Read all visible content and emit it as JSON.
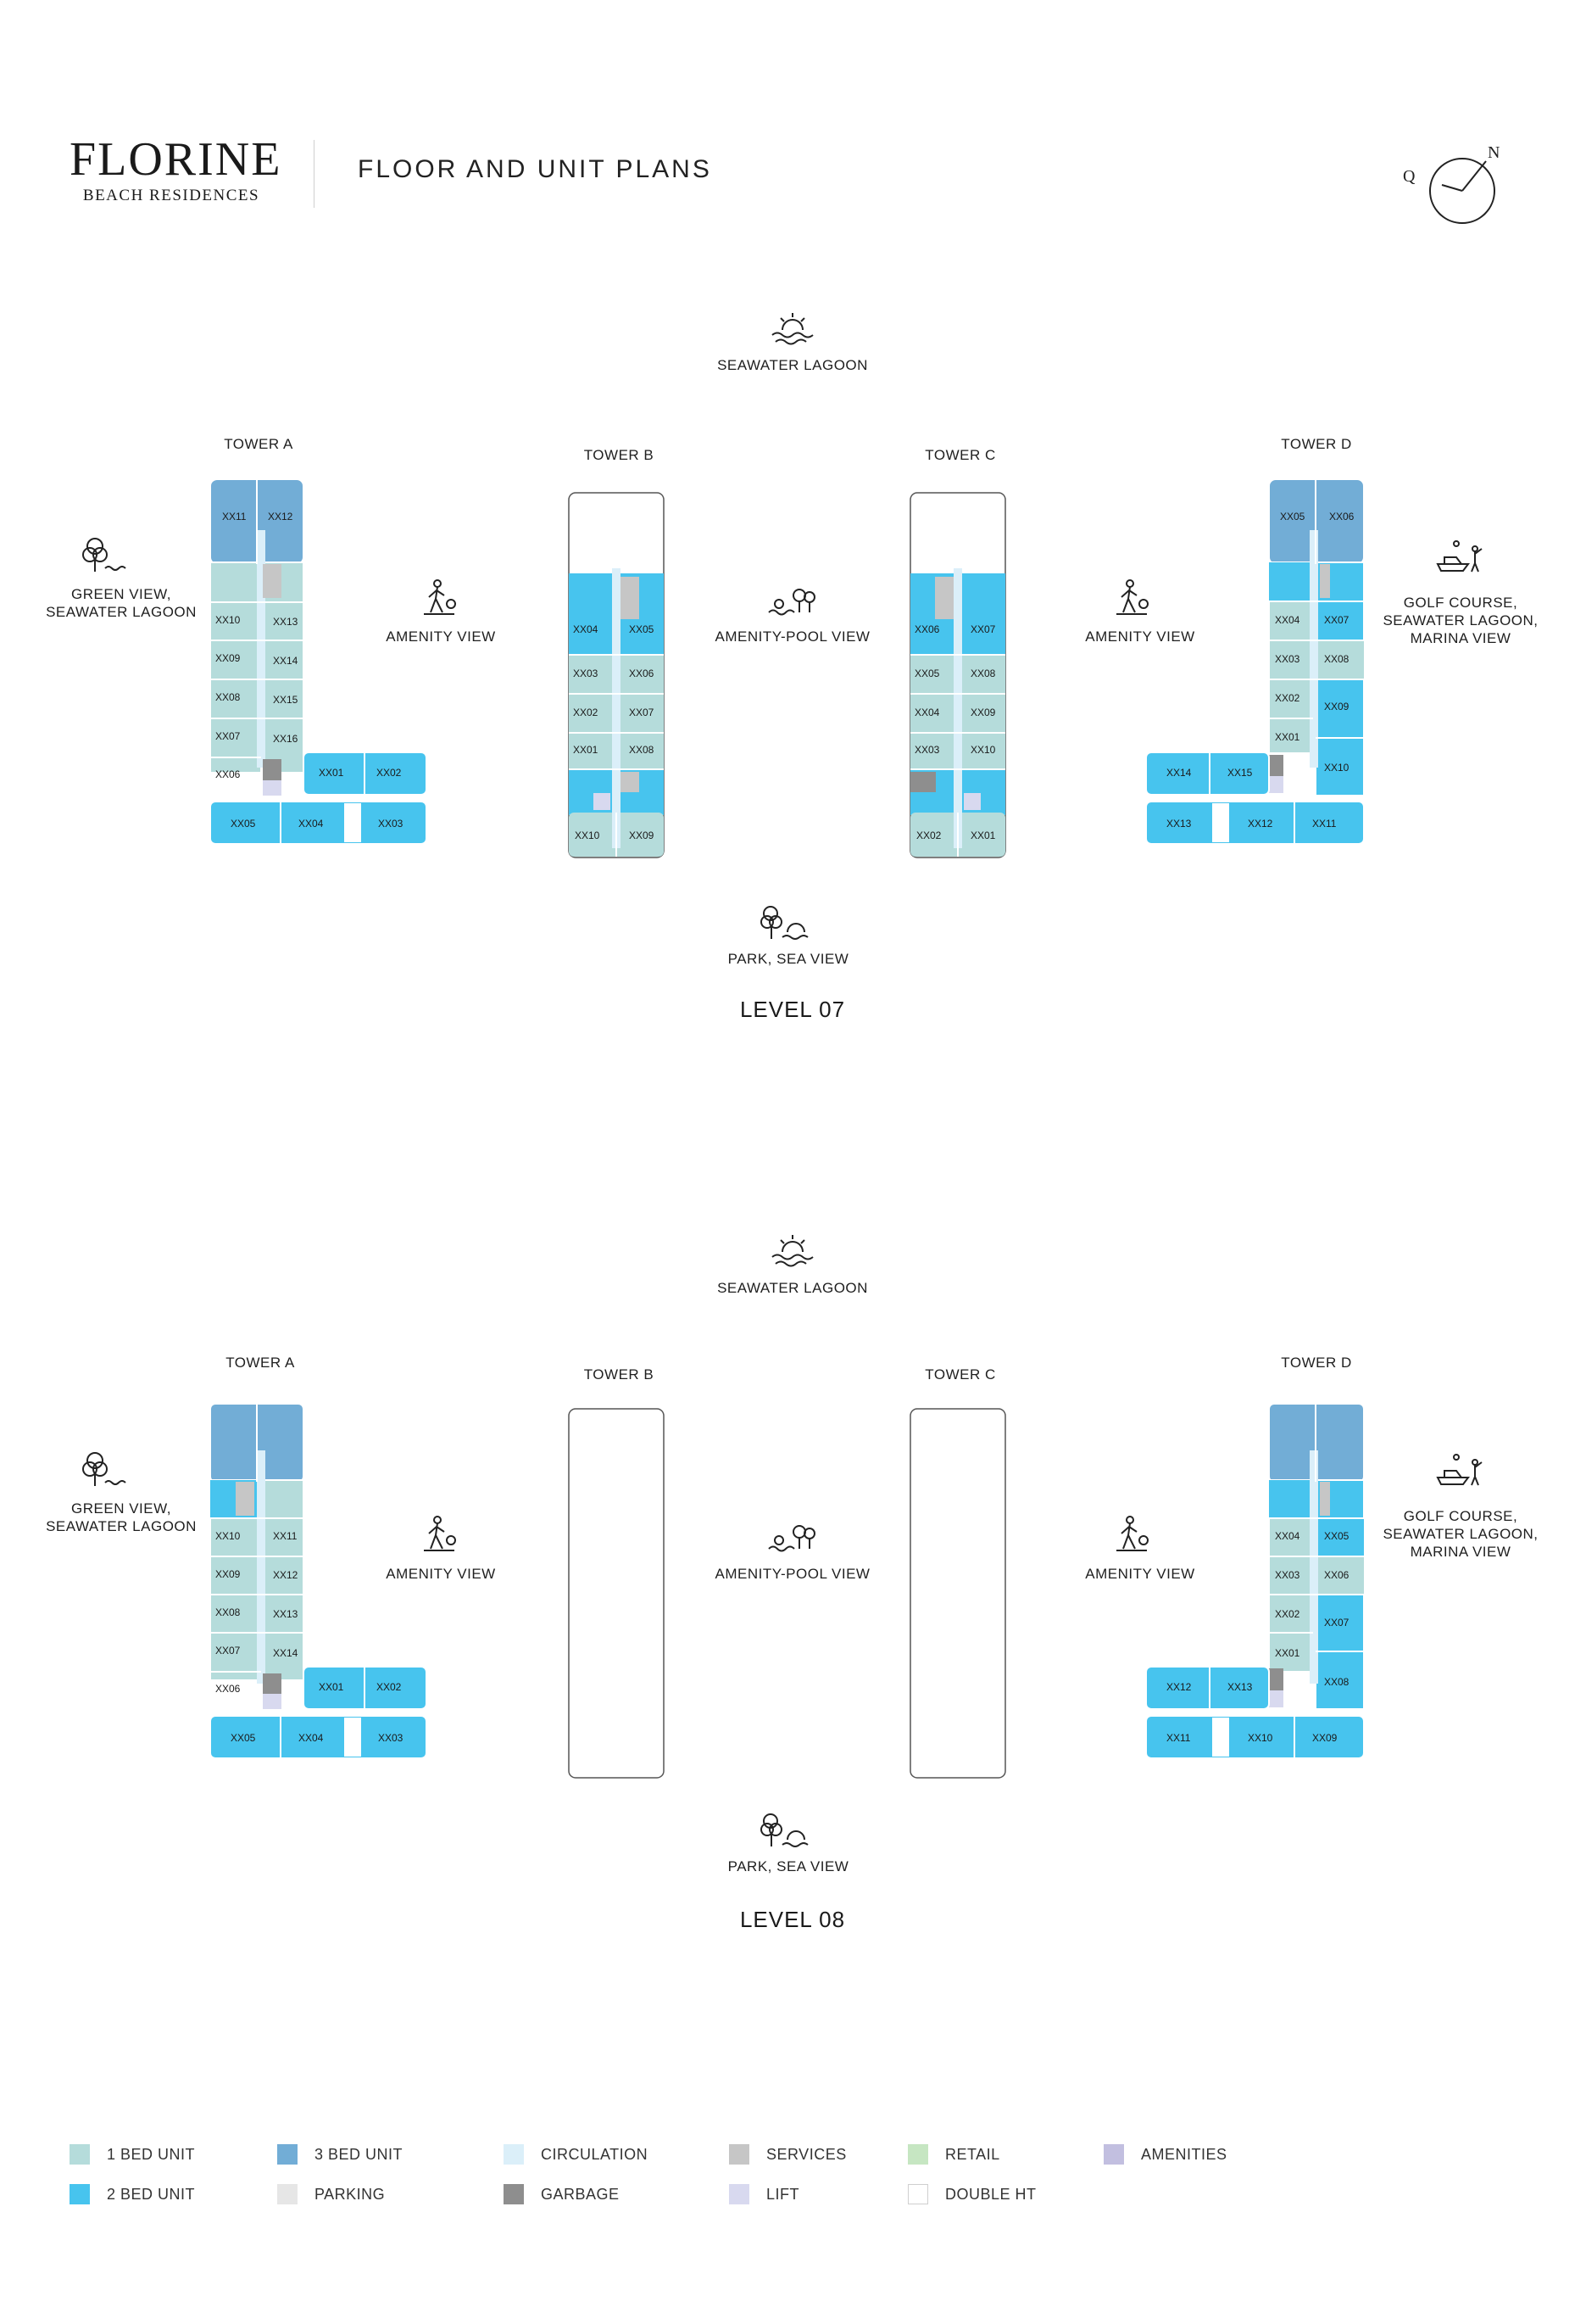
{
  "header": {
    "brand_name": "FLORINE",
    "brand_sub": "BEACH RESIDENCES",
    "title": "FLOOR AND UNIT PLANS",
    "compass_letters": [
      "Q",
      "N"
    ]
  },
  "colors": {
    "one_bed": "#b5dcdb",
    "two_bed": "#47c4ee",
    "three_bed": "#72add6",
    "circulation": "#dbeff9",
    "parking": "#e6e6e6",
    "services": "#c6c6c6",
    "garbage": "#8e8e8e",
    "lift": "#d8d9ef",
    "retail": "#c6e6c2",
    "double_ht": "#ffffff",
    "amenities": "#c2bfe0"
  },
  "views": {
    "seawater_lagoon": "SEAWATER LAGOON",
    "park_sea": "PARK, SEA VIEW",
    "green_view_line1": "GREEN VIEW,",
    "green_view_line2": "SEAWATER LAGOON",
    "amenity": "AMENITY VIEW",
    "amenity_pool": "AMENITY-POOL VIEW",
    "golf_line1": "GOLF COURSE,",
    "golf_line2": "SEAWATER LAGOON,",
    "golf_line3": "MARINA VIEW"
  },
  "towers": [
    "TOWER A",
    "TOWER B",
    "TOWER C",
    "TOWER D"
  ],
  "levels": [
    {
      "label": "LEVEL 07",
      "tower_a": {
        "three_bed": [
          "XX11",
          "XX12"
        ],
        "left_col": [
          "XX10",
          "XX09",
          "XX08",
          "XX07",
          "XX06"
        ],
        "right_col": [
          "XX13",
          "XX14",
          "XX15",
          "XX16"
        ],
        "wing_top": [
          "XX01",
          "XX02"
        ],
        "bottom": [
          "XX05",
          "XX04",
          "XX03"
        ]
      },
      "tower_b": {
        "left_col": [
          "XX04",
          "XX03",
          "XX02",
          "XX01"
        ],
        "right_col": [
          "XX05",
          "XX06",
          "XX07",
          "XX08"
        ],
        "bottom": [
          "XX10",
          "XX09"
        ]
      },
      "tower_c": {
        "left_col": [
          "XX06",
          "XX05",
          "XX04",
          "XX03"
        ],
        "right_col": [
          "XX07",
          "XX08",
          "XX09",
          "XX10"
        ],
        "bottom": [
          "XX02",
          "XX01"
        ]
      },
      "tower_d": {
        "three_bed": [
          "XX05",
          "XX06"
        ],
        "left_col": [
          "XX04",
          "XX03",
          "XX02",
          "XX01"
        ],
        "right_col": [
          "XX07",
          "XX08",
          "XX09",
          "XX10"
        ],
        "wing_top": [
          "XX14",
          "XX15"
        ],
        "bottom": [
          "XX13",
          "XX12",
          "XX11"
        ]
      }
    },
    {
      "label": "LEVEL 08",
      "tower_a": {
        "three_bed": [
          "",
          ""
        ],
        "left_col": [
          "XX10",
          "XX09",
          "XX08",
          "XX07",
          "XX06"
        ],
        "right_col": [
          "XX11",
          "XX12",
          "XX13",
          "XX14"
        ],
        "wing_top": [
          "XX01",
          "XX02"
        ],
        "bottom": [
          "XX05",
          "XX04",
          "XX03"
        ]
      },
      "tower_d": {
        "three_bed": [
          "",
          ""
        ],
        "left_col": [
          "XX04",
          "XX03",
          "XX02",
          "XX01"
        ],
        "right_col": [
          "XX05",
          "XX06",
          "XX07",
          "XX08"
        ],
        "wing_top": [
          "XX12",
          "XX13"
        ],
        "bottom": [
          "XX11",
          "XX10",
          "XX09"
        ]
      }
    }
  ],
  "legend": [
    {
      "label": "1 BED UNIT",
      "color": "#b5dcdb"
    },
    {
      "label": "3 BED UNIT",
      "color": "#72add6"
    },
    {
      "label": "CIRCULATION",
      "color": "#dbeff9"
    },
    {
      "label": "SERVICES",
      "color": "#c6c6c6"
    },
    {
      "label": "RETAIL",
      "color": "#c6e6c2"
    },
    {
      "label": "AMENITIES",
      "color": "#c2bfe0"
    },
    {
      "label": "2 BED UNIT",
      "color": "#47c4ee"
    },
    {
      "label": "PARKING",
      "color": "#e6e6e6"
    },
    {
      "label": "GARBAGE",
      "color": "#8e8e8e"
    },
    {
      "label": "LIFT",
      "color": "#d8d9ef"
    },
    {
      "label": "DOUBLE HT",
      "color": "#ffffff"
    }
  ]
}
